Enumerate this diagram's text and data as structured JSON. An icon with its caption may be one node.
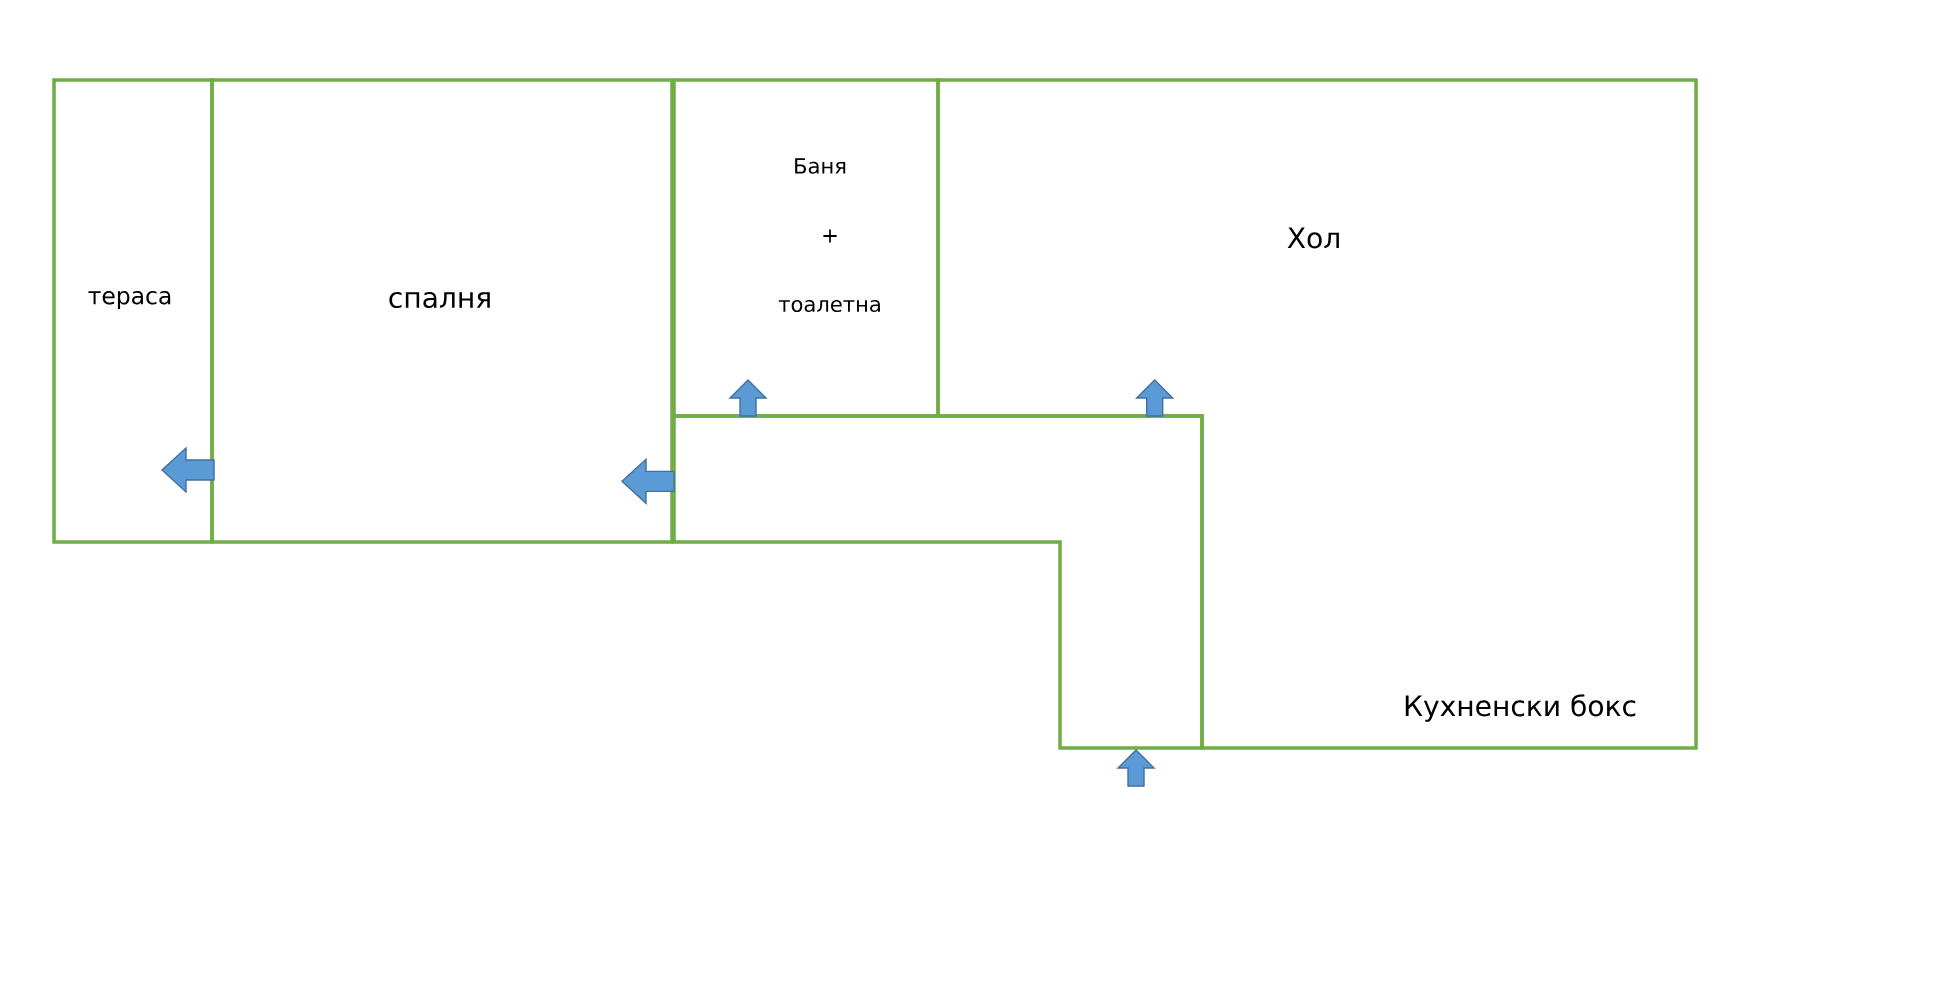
{
  "diagram": {
    "nodes": [
      {
        "text": [
          "тераса"
        ]
      },
      {
        "text": [
          "спалня"
        ]
      },
      {
        "text": [
          "Баня",
          "+",
          "тоалетна"
        ]
      },
      {
        "text": [
          "Хол",
          "Кухненски бокс"
        ]
      },
      {
        "text": [],
        "shape": "box"
      }
    ],
    "edges": [
      {
        "from": 1,
        "to": 0,
        "arrow": "to"
      },
      {
        "from": 4,
        "to": 1,
        "arrow": "to"
      },
      {
        "from": 4,
        "to": 2,
        "arrow": "to"
      },
      {
        "from": 4,
        "to": 3,
        "arrow": "to"
      },
      {
        "from": null,
        "to": 4,
        "arrow": "to"
      }
    ]
  }
}
